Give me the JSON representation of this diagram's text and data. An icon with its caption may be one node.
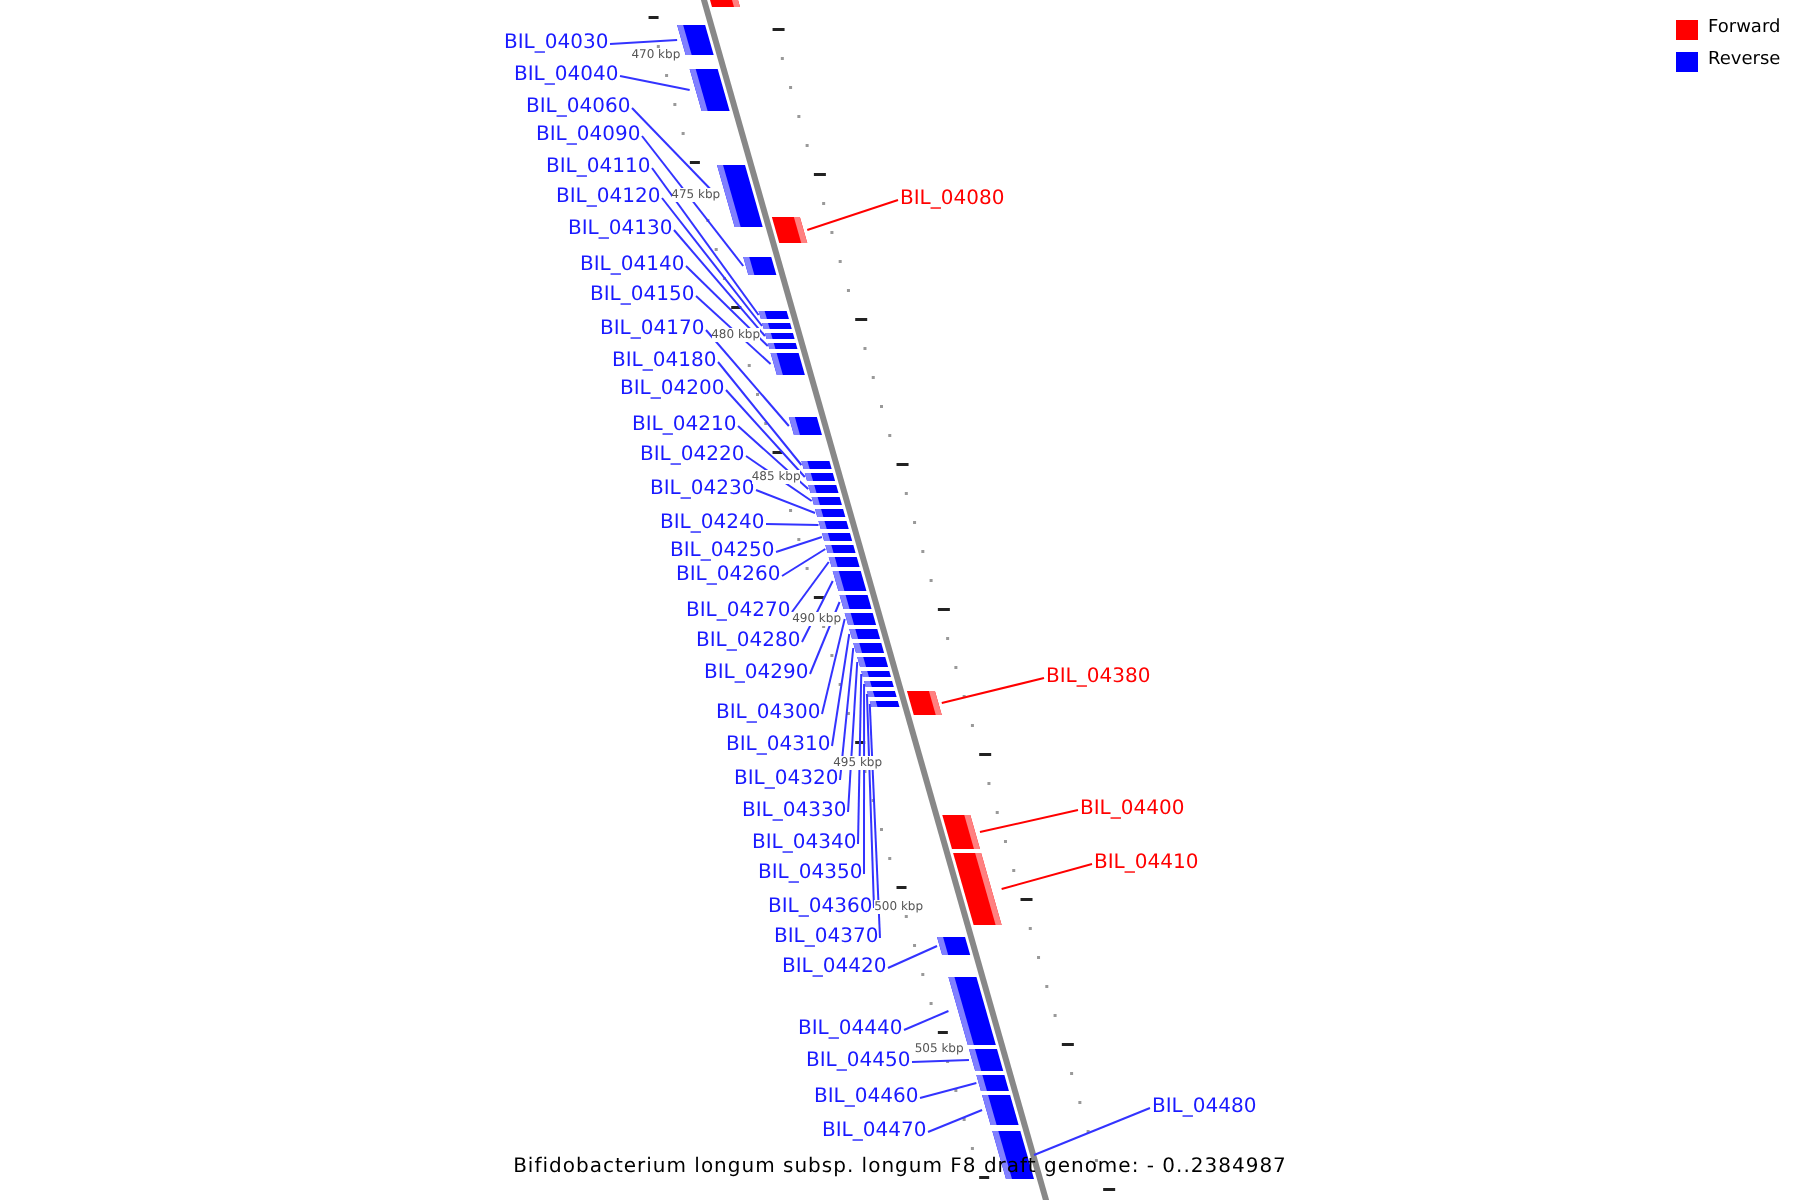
{
  "diagram": {
    "caption": "Bifidobacterium longum subsp. longum F8 draft genome: - 0..2384987",
    "nodes": [
      {
        "text": [
          "BIL_04030"
        ]
      },
      {
        "text": [
          "BIL_04040"
        ]
      },
      {
        "text": [
          "BIL_04060"
        ]
      },
      {
        "text": [
          "BIL_04090"
        ]
      },
      {
        "text": [
          "BIL_04110"
        ]
      },
      {
        "text": [
          "BIL_04120"
        ]
      },
      {
        "text": [
          "BIL_04080"
        ]
      },
      {
        "text": [
          "BIL_04130"
        ]
      },
      {
        "text": [
          "BIL_04140"
        ]
      },
      {
        "text": [
          "BIL_04150"
        ]
      },
      {
        "text": [
          "BIL_04170"
        ]
      },
      {
        "text": [
          "BIL_04180"
        ]
      },
      {
        "text": [
          "BIL_04200"
        ]
      },
      {
        "text": [
          "BIL_04210"
        ]
      },
      {
        "text": [
          "BIL_04220"
        ]
      },
      {
        "text": [
          "BIL_04230"
        ]
      },
      {
        "text": [
          "BIL_04240"
        ]
      },
      {
        "text": [
          "BIL_04250"
        ]
      },
      {
        "text": [
          "BIL_04260"
        ]
      },
      {
        "text": [
          "BIL_04270"
        ]
      },
      {
        "text": [
          "BIL_04280"
        ]
      },
      {
        "text": [
          "BIL_04290"
        ]
      },
      {
        "text": [
          "BIL_04380"
        ]
      },
      {
        "text": [
          "BIL_04300"
        ]
      },
      {
        "text": [
          "BIL_04310"
        ]
      },
      {
        "text": [
          "BIL_04320"
        ]
      },
      {
        "text": [
          "BIL_04330"
        ]
      },
      {
        "text": [
          "BIL_04400"
        ]
      },
      {
        "text": [
          "BIL_04340"
        ]
      },
      {
        "text": [
          "BIL_04410"
        ]
      },
      {
        "text": [
          "BIL_04350"
        ]
      },
      {
        "text": [
          "BIL_04360"
        ]
      },
      {
        "text": [
          "BIL_04370"
        ]
      },
      {
        "text": [
          "BIL_04420"
        ]
      },
      {
        "text": [
          "BIL_04440"
        ]
      },
      {
        "text": [
          "BIL_04450"
        ]
      },
      {
        "text": [
          "BIL_04460"
        ]
      },
      {
        "text": [
          "BIL_04480"
        ]
      },
      {
        "text": [
          "BIL_04470"
        ]
      },
      {
        "text": [],
        "shape": "bar"
      },
      {
        "text": [],
        "shape": "bar"
      },
      {
        "text": [],
        "shape": "bar"
      },
      {
        "text": [],
        "shape": "bar"
      },
      {
        "text": [],
        "shape": "bar"
      },
      {
        "text": [],
        "shape": "bar"
      },
      {
        "text": [],
        "shape": "bar"
      },
      {
        "text": [],
        "shape": "bar"
      },
      {
        "text": [],
        "shape": "bar"
      },
      {
        "text": [],
        "shape": "bar"
      },
      {
        "text": [],
        "shape": "bar"
      },
      {
        "text": [],
        "shape": "bar"
      },
      {
        "text": [],
        "shape": "bar"
      },
      {
        "text": [],
        "shape": "bar"
      },
      {
        "text": [],
        "shape": "bar"
      },
      {
        "text": [],
        "shape": "bar"
      },
      {
        "text": [],
        "shape": "bar"
      },
      {
        "text": [],
        "shape": "bar"
      },
      {
        "text": [],
        "shape": "bar"
      },
      {
        "text": [],
        "shape": "bar"
      },
      {
        "text": [],
        "shape": "bar"
      },
      {
        "text": [],
        "shape": "bar"
      },
      {
        "text": [],
        "shape": "bar"
      },
      {
        "text": [],
        "shape": "bar"
      },
      {
        "text": [],
        "shape": "bar"
      },
      {
        "text": [],
        "shape": "bar"
      },
      {
        "text": [],
        "shape": "bar"
      },
      {
        "text": [],
        "shape": "bar"
      },
      {
        "text": [],
        "shape": "bar"
      },
      {
        "text": [],
        "shape": "bar"
      },
      {
        "text": [],
        "shape": "bar"
      },
      {
        "text": [],
        "shape": "bar"
      },
      {
        "text": [],
        "shape": "bar"
      },
      {
        "text": [],
        "shape": "bar"
      },
      {
        "text": [],
        "shape": "bar"
      },
      {
        "text": [],
        "shape": "bar"
      },
      {
        "text": [],
        "shape": "bar"
      },
      {
        "text": [],
        "shape": "bar"
      },
      {
        "text": [],
        "shape": "bar"
      },
      {
        "text": [],
        "shape": "bar"
      }
    ],
    "edges": [
      {
        "from": 0,
        "to": 39,
        "arrow": "none"
      },
      {
        "from": 1,
        "to": 40,
        "arrow": "none"
      },
      {
        "from": 2,
        "to": 41,
        "arrow": "none"
      },
      {
        "from": 3,
        "to": 42,
        "arrow": "none"
      },
      {
        "from": 4,
        "to": 43,
        "arrow": "none"
      },
      {
        "from": 5,
        "to": 44,
        "arrow": "none"
      },
      {
        "from": 6,
        "to": 45,
        "arrow": "none",
        "color": "#ff0000"
      },
      {
        "from": 7,
        "to": 46,
        "arrow": "none"
      },
      {
        "from": 8,
        "to": 47,
        "arrow": "none"
      },
      {
        "from": 9,
        "to": 48,
        "arrow": "none"
      },
      {
        "from": 10,
        "to": 49,
        "arrow": "none"
      },
      {
        "from": 11,
        "to": 50,
        "arrow": "none"
      },
      {
        "from": 12,
        "to": 51,
        "arrow": "none"
      },
      {
        "from": 13,
        "to": 52,
        "arrow": "none"
      },
      {
        "from": 14,
        "to": 53,
        "arrow": "none"
      },
      {
        "from": 15,
        "to": 54,
        "arrow": "none"
      },
      {
        "from": 16,
        "to": 55,
        "arrow": "none"
      },
      {
        "from": 17,
        "to": 56,
        "arrow": "none"
      },
      {
        "from": 18,
        "to": 57,
        "arrow": "none"
      },
      {
        "from": 19,
        "to": 58,
        "arrow": "none"
      },
      {
        "from": 20,
        "to": 59,
        "arrow": "none"
      },
      {
        "from": 21,
        "to": 60,
        "arrow": "none"
      },
      {
        "from": 22,
        "to": 61,
        "arrow": "none",
        "color": "#ff0000"
      },
      {
        "from": 23,
        "to": 62,
        "arrow": "none"
      },
      {
        "from": 24,
        "to": 63,
        "arrow": "none"
      },
      {
        "from": 25,
        "to": 64,
        "arrow": "none"
      },
      {
        "from": 26,
        "to": 65,
        "arrow": "none"
      },
      {
        "from": 27,
        "to": 66,
        "arrow": "none",
        "color": "#ff0000"
      },
      {
        "from": 28,
        "to": 67,
        "arrow": "none"
      },
      {
        "from": 29,
        "to": 68,
        "arrow": "none",
        "color": "#ff0000"
      },
      {
        "from": 30,
        "to": 69,
        "arrow": "none"
      },
      {
        "from": 31,
        "to": 70,
        "arrow": "none"
      },
      {
        "from": 32,
        "to": 71,
        "arrow": "none"
      },
      {
        "from": 33,
        "to": 72,
        "arrow": "none"
      },
      {
        "from": 34,
        "to": 73,
        "arrow": "none"
      },
      {
        "from": 35,
        "to": 74,
        "arrow": "none"
      },
      {
        "from": 36,
        "to": 75,
        "arrow": "none"
      },
      {
        "from": 37,
        "to": 76,
        "arrow": "none"
      },
      {
        "from": 38,
        "to": 77,
        "arrow": "none"
      }
    ],
    "labels": [
      "470 kbp",
      "475 kbp",
      "480 kbp",
      "485 kbp",
      "490 kbp",
      "495 kbp",
      "500 kbp",
      "505 kbp"
    ],
    "legend": [
      {
        "text": "Forward",
        "color": "#ff0000"
      },
      {
        "text": "Reverse",
        "color": "#0000ff"
      }
    ]
  }
}
